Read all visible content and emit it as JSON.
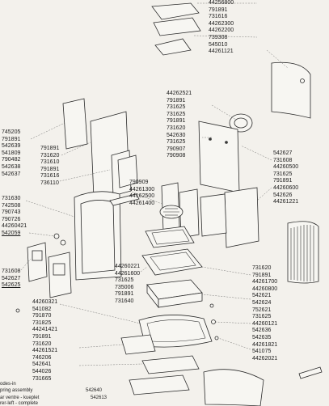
{
  "labels": {
    "top_right": [
      "44256800",
      "791891",
      "731616",
      "44262300",
      "44262200",
      "739308",
      "545010",
      "44261121"
    ],
    "upper_center": [
      "44262521",
      "791891",
      "731625",
      "731625",
      "791891",
      "731620",
      "542630",
      "731625",
      "790907",
      "790908"
    ],
    "left_middle_a": [
      "745205",
      "791891",
      "542639",
      "541809",
      "790482",
      "542638",
      "542637"
    ],
    "left_middle_b": [
      "791891",
      "731620",
      "731610",
      "791891",
      "731616",
      "736110"
    ],
    "right_middle": [
      "542627",
      "731608",
      "44260500",
      "731625",
      "791891",
      "44260600",
      "542626",
      "44261221"
    ],
    "center_middle": [
      "790909",
      "44261300",
      "44162500",
      "44261400"
    ],
    "left_lower_a": [
      "731630",
      "742508",
      "790743",
      "790726",
      "44260421",
      "542059"
    ],
    "left_lower_b": [
      "731608",
      "542627",
      "542625"
    ],
    "center_lower": [
      "44260221",
      "44261600",
      "731625",
      "735006",
      "791891",
      "731640"
    ],
    "right_lower": [
      "731620",
      "791891",
      "44261700",
      "44260800",
      "542621",
      "542624",
      "752621",
      "731625",
      "44260121",
      "542636",
      "542635",
      "44261821",
      "541075",
      "44262021"
    ],
    "bottom_left": [
      "44260321",
      "541082",
      "791870",
      "731825",
      "44241421",
      "791891",
      "731620",
      "44261521",
      "746206",
      "542641",
      "544026",
      "731665"
    ]
  },
  "legend": [
    {
      "text": "odes-in",
      "code": ""
    },
    {
      "text": "pring assembly",
      "code": "542640"
    },
    {
      "text": "ar ventre - kueplet",
      "code": "542613"
    },
    {
      "text": "rer-left - complete",
      "code": ""
    }
  ]
}
